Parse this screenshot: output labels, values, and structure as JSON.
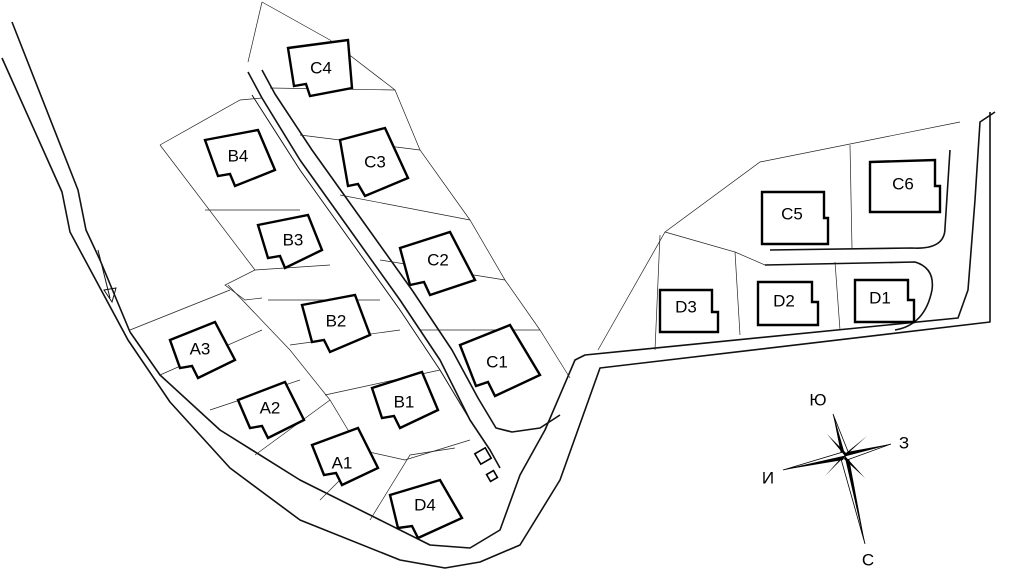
{
  "lots": [
    {
      "id": "C4",
      "label": "C4"
    },
    {
      "id": "C3",
      "label": "C3"
    },
    {
      "id": "C2",
      "label": "C2"
    },
    {
      "id": "C1",
      "label": "C1"
    },
    {
      "id": "B4",
      "label": "B4"
    },
    {
      "id": "B3",
      "label": "B3"
    },
    {
      "id": "B2",
      "label": "B2"
    },
    {
      "id": "B1",
      "label": "B1"
    },
    {
      "id": "A3",
      "label": "A3"
    },
    {
      "id": "A2",
      "label": "A2"
    },
    {
      "id": "A1",
      "label": "A1"
    },
    {
      "id": "D4",
      "label": "D4"
    },
    {
      "id": "D3",
      "label": "D3"
    },
    {
      "id": "D2",
      "label": "D2"
    },
    {
      "id": "D1",
      "label": "D1"
    },
    {
      "id": "C5",
      "label": "C5"
    },
    {
      "id": "C6",
      "label": "C6"
    }
  ],
  "compass": {
    "north": "Ю",
    "east": "З",
    "west": "И",
    "south": "С"
  }
}
